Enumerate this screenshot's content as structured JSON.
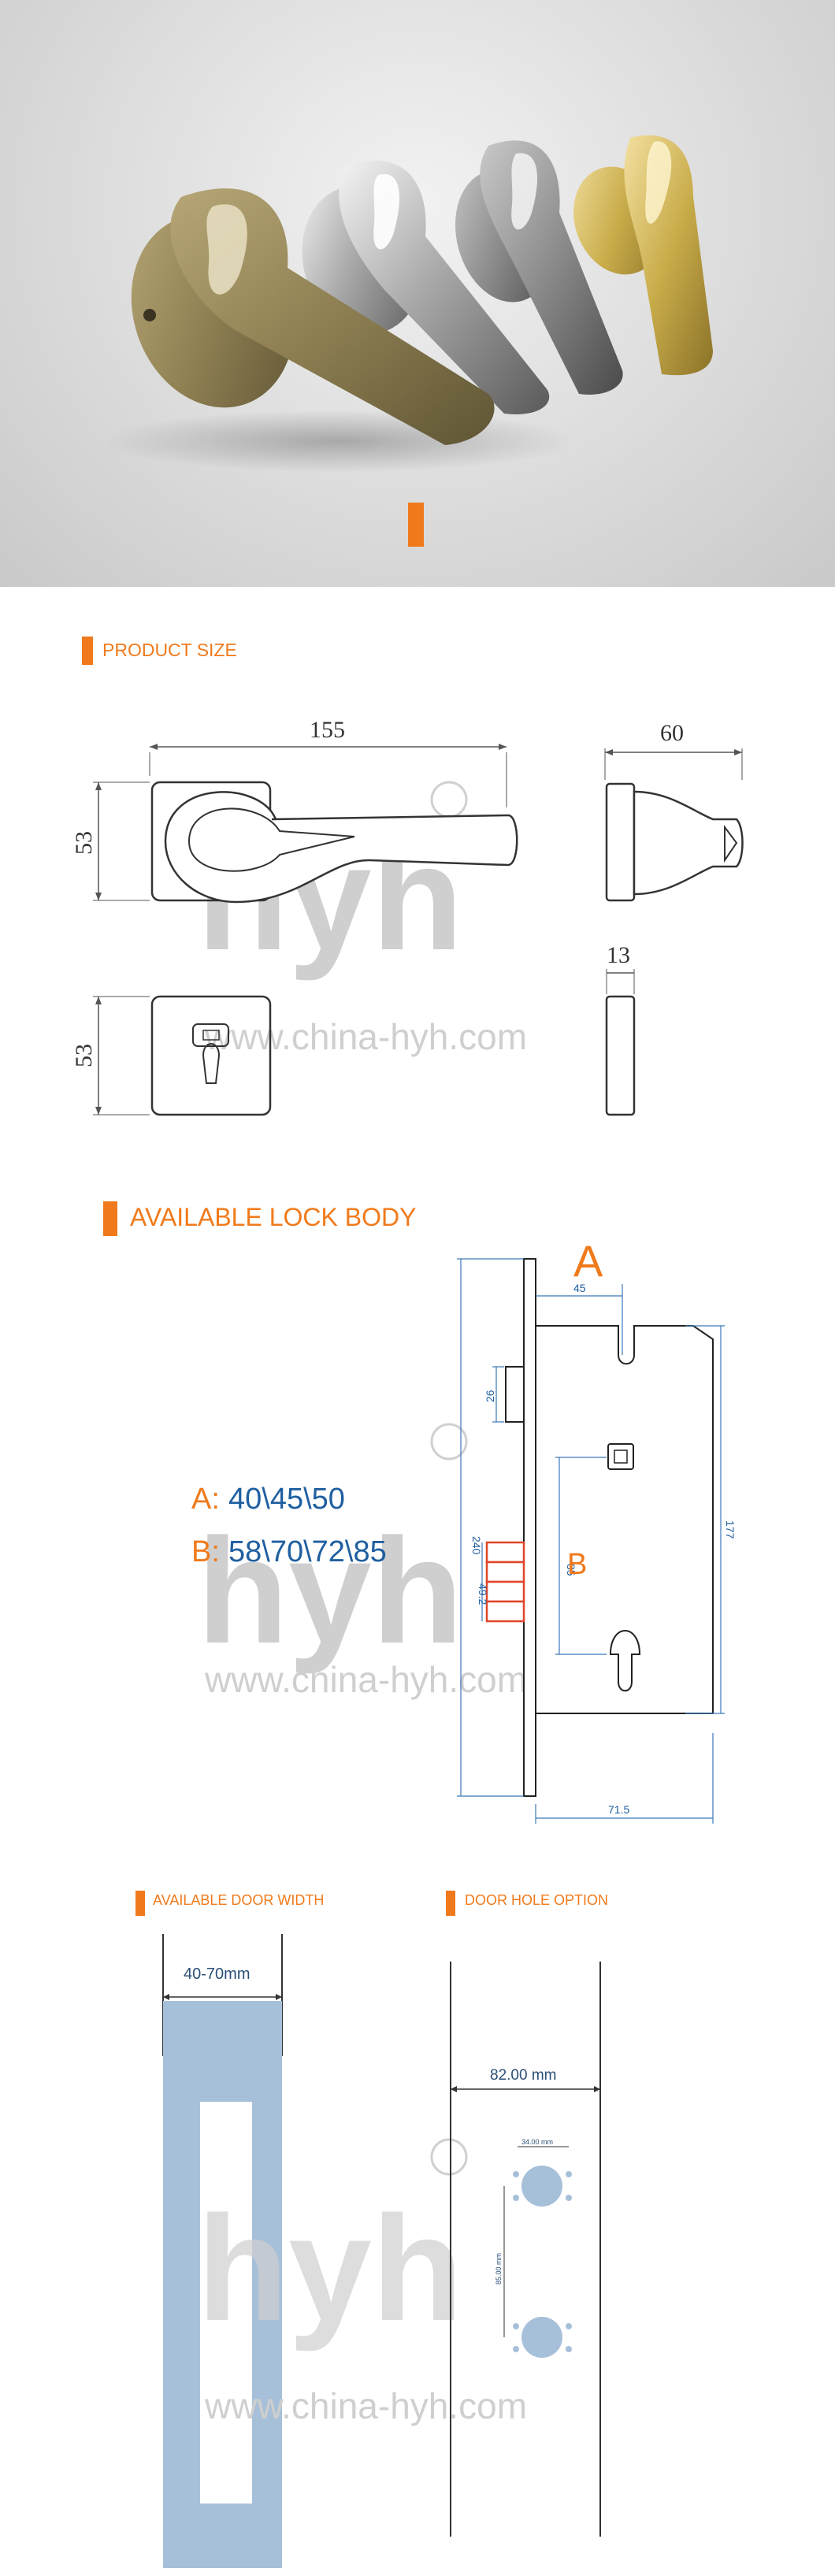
{
  "hero": {
    "alt": "Four door lever handles in antique brass, chrome, nickel and gold finishes"
  },
  "product_size": {
    "title": "PRODUCT SIZE",
    "width_155": "155",
    "depth_60": "60",
    "height_53_top": "53",
    "height_53_bottom": "53",
    "thickness_13": "13"
  },
  "lock_body": {
    "title": "AVAILABLE LOCK BODY",
    "label_a": "A",
    "label_b": "B",
    "a_prefix": "A:",
    "a_values": "40\\45\\50",
    "b_prefix": "B:",
    "b_values": "58\\70\\72\\85",
    "dim_45": "45",
    "dim_26": "26",
    "dim_240": "240",
    "dim_85": "85",
    "dim_492": "49.2",
    "dim_177": "177",
    "dim_715": "71.5"
  },
  "door_width": {
    "title": "AVAILABLE DOOR WIDTH",
    "range": "40-70mm"
  },
  "door_hole": {
    "title": "DOOR HOLE OPTION",
    "width": "82.00 mm",
    "hole_dia": "34.00 mm",
    "spacing": "85.00 mm"
  },
  "watermark": {
    "logo": "hyh",
    "url": "www.china-hyh.com"
  },
  "colors": {
    "accent": "#f07a1b",
    "dim_blue": "#1f5fa0",
    "door_blue": "#a7c0d9"
  }
}
